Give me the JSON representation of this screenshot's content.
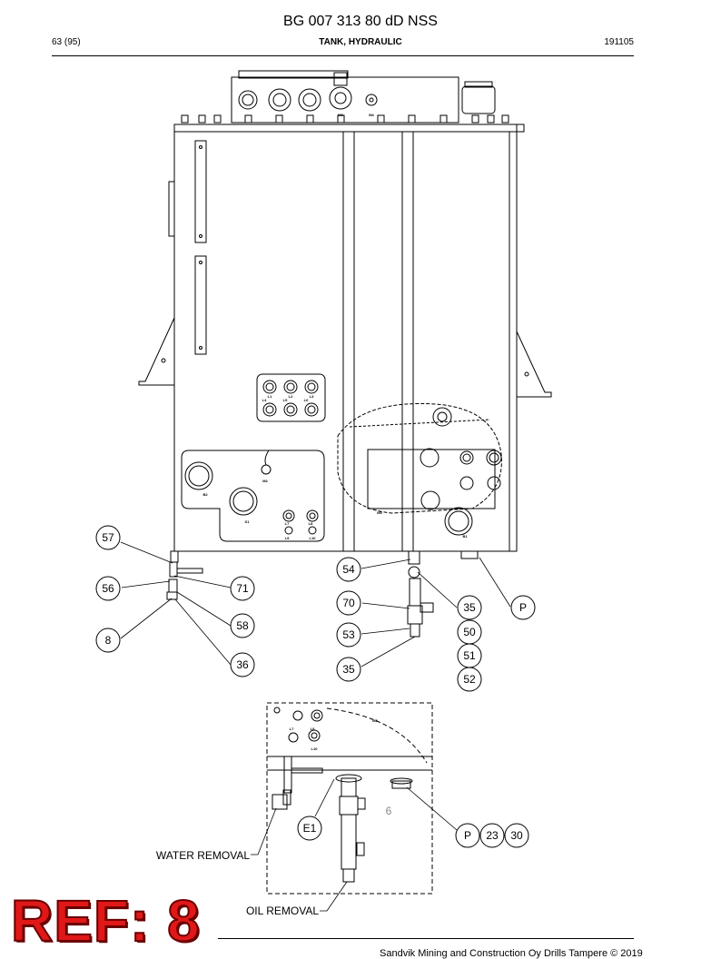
{
  "header": {
    "doc_number": "BG 007 313 80 dD NSS",
    "page": "63 (95)",
    "title": "TANK, HYDRAULIC",
    "date": "191105"
  },
  "callouts": {
    "c57": "57",
    "c56": "56",
    "c71": "71",
    "c58": "58",
    "c8": "8",
    "c36": "36",
    "c54": "54",
    "c70": "70",
    "c53": "53",
    "c35a": "35",
    "c35b": "35",
    "cP": "P",
    "c50": "50",
    "c51": "51",
    "c52": "52",
    "cE1": "E1",
    "cP2": "P",
    "c23": "23",
    "c30": "30"
  },
  "port_labels": {
    "l1": "L1",
    "l2": "L2",
    "l3": "L3",
    "l4": "L4",
    "l5": "L5",
    "l6": "L6",
    "m3": "M3",
    "m2": "M2",
    "m4": "M4",
    "m5": "M5",
    "b1": "B1",
    "b2": "B2",
    "s1": "S1",
    "l7": "L7",
    "l8": "L8",
    "l9": "L9",
    "l10": "L10",
    "d_l7": "L7",
    "d_l8": "L8",
    "d_l10": "L10",
    "d_m5": "M5",
    "d_num": "6"
  },
  "annotations": {
    "water_removal": "WATER REMOVAL",
    "oil_removal": "OIL REMOVAL"
  },
  "stamp": {
    "text": "REF: 8",
    "color": "#e01818"
  },
  "footer": {
    "copyright": "Sandvik Mining and Construction Oy Drills Tampere © 2019"
  }
}
